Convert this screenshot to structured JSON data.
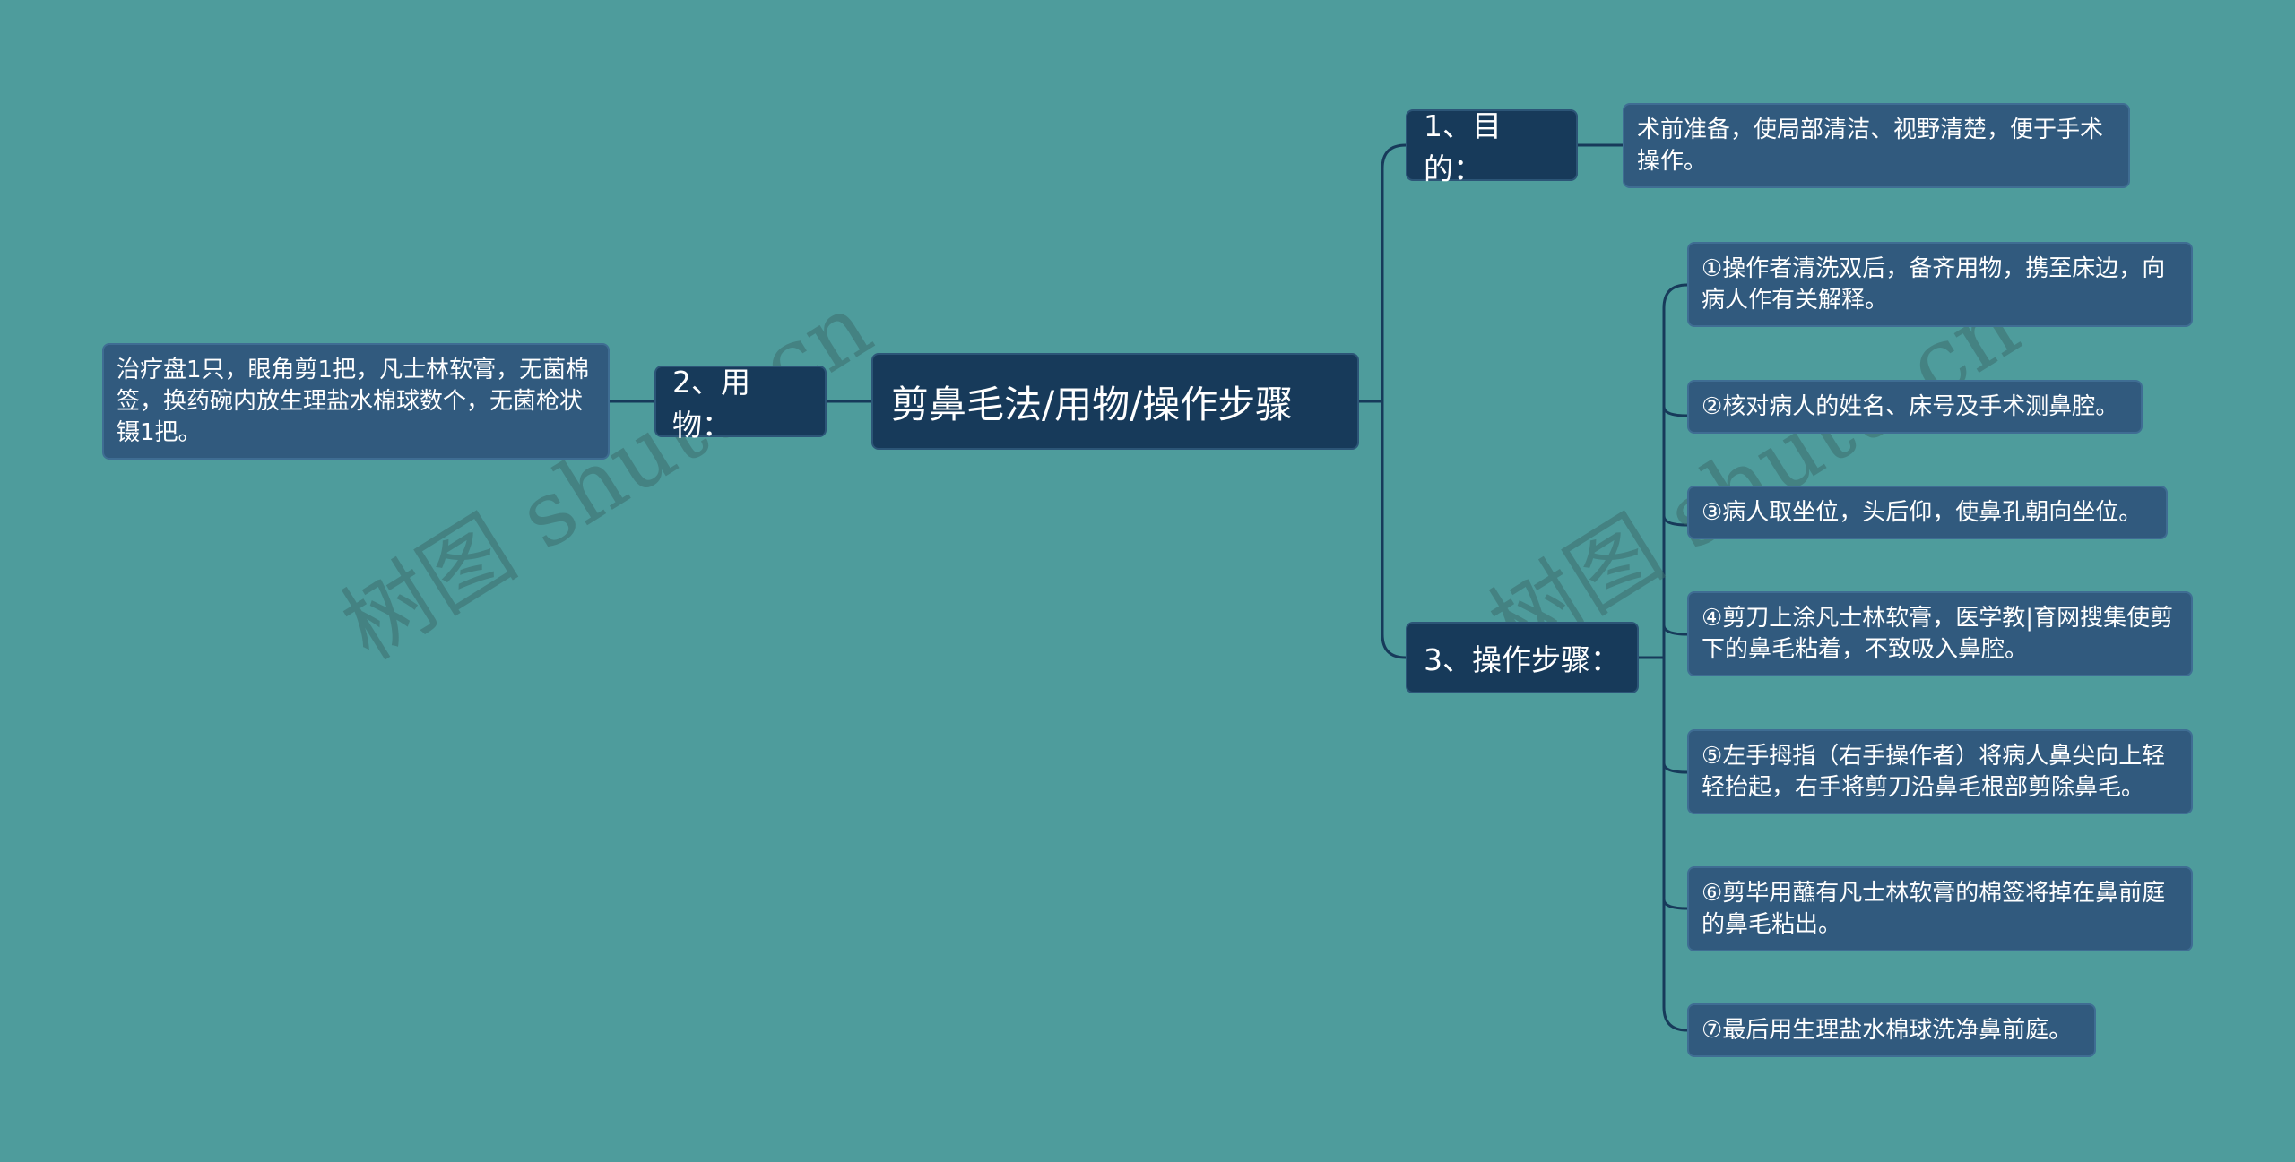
{
  "root": {
    "label": "剪鼻毛法/用物/操作步骤"
  },
  "branches": {
    "purpose": {
      "label": "1、目的："
    },
    "supplies": {
      "label": "2、用物："
    },
    "steps": {
      "label": "3、操作步骤："
    }
  },
  "leaves": {
    "purpose_text": "术前准备，使局部清洁、视野清楚，便于手术操作。",
    "supplies_text": "治疗盘1只，眼角剪1把，凡士林软膏，无菌棉签，换药碗内放生理盐水棉球数个，无菌枪状镊1把。",
    "steps": [
      "①操作者清洗双后，备齐用物，携至床边，向病人作有关解释。",
      "②核对病人的姓名、床号及手术测鼻腔。",
      "③病人取坐位，头后仰，使鼻孔朝向坐位。",
      "④剪刀上涂凡士林软膏，医学教|育网搜集使剪下的鼻毛粘着，不致吸入鼻腔。",
      "⑤左手拇指（右手操作者）将病人鼻尖向上轻轻抬起，右手将剪刀沿鼻毛根部剪除鼻毛。",
      "⑥剪毕用蘸有凡士林软膏的棉签将掉在鼻前庭的鼻毛粘出。",
      "⑦最后用生理盐水棉球洗净鼻前庭。"
    ]
  },
  "watermark": "树图 shutu.cn",
  "colors": {
    "background": "#4e9c9c",
    "node_dark": "#173a5a",
    "node_leaf": "#315a7e",
    "connector": "#173a5a"
  }
}
